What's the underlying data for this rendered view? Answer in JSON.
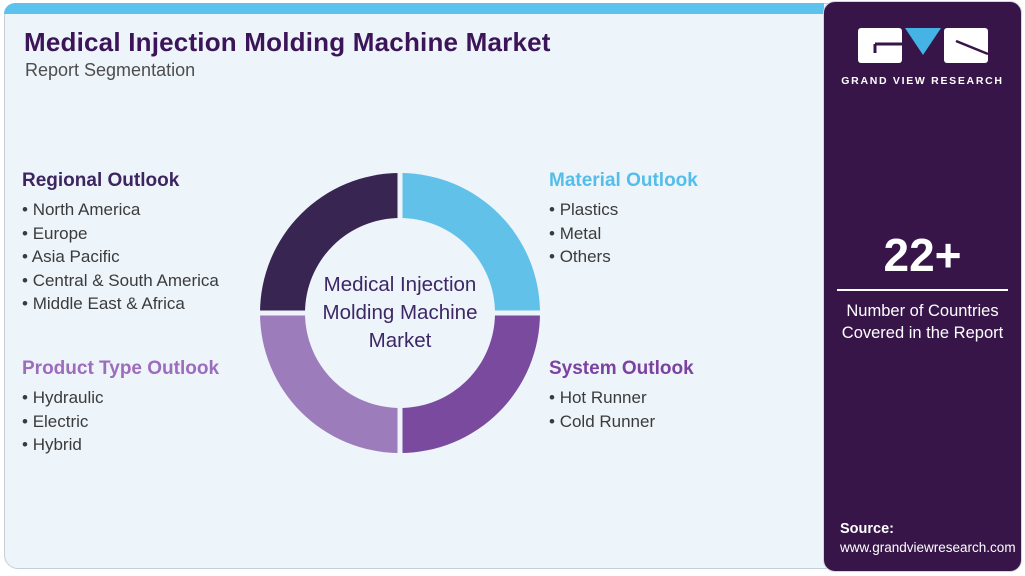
{
  "page": {
    "title": "Medical Injection Molding Machine Market",
    "subtitle": "Report Segmentation"
  },
  "outlooks": [
    {
      "label": "Regional Outlook",
      "color": "#3d2660",
      "items": [
        "North America",
        "Europe",
        "Asia Pacific",
        "Central & South America",
        "Middle East & Africa"
      ]
    },
    {
      "label": "Material Outlook",
      "color": "#55bde9",
      "items": [
        "Plastics",
        "Metal",
        "Others"
      ]
    },
    {
      "label": "Product Type Outlook",
      "color": "#9c6cbd",
      "items": [
        "Hydraulic",
        "Electric",
        "Hybrid"
      ]
    },
    {
      "label": "System Outlook",
      "color": "#7c42a1",
      "items": [
        "Hot Runner",
        "Cold Runner"
      ]
    }
  ],
  "chart_data": {
    "type": "pie",
    "variant": "donut",
    "title": "Medical Injection Molding Machine Market",
    "center_label_lines": [
      "Medical Injection",
      "Molding Machine",
      "Market"
    ],
    "legend_position": "none",
    "segments": [
      {
        "label": "Regional Outlook",
        "value": 25,
        "position": "top-left",
        "color": "#392551"
      },
      {
        "label": "Material Outlook",
        "value": 25,
        "position": "top-right",
        "color": "#62c1e9"
      },
      {
        "label": "System Outlook",
        "value": 25,
        "position": "bottom-right",
        "color": "#7a4a9e"
      },
      {
        "label": "Product Type Outlook",
        "value": 25,
        "position": "bottom-left",
        "color": "#9d7cbb"
      }
    ]
  },
  "sidebar": {
    "brand_name": "GRAND VIEW RESEARCH",
    "stat_value": "22+",
    "stat_label_lines": [
      "Number of Countries",
      "Covered in the Report"
    ],
    "source_label": "Source:",
    "source_url": "www.grandviewresearch.com"
  },
  "theme": {
    "card_background": "#edf4fa",
    "top_accent_bar": "#5ec2ef",
    "sidebar_background": "#371549",
    "title_color": "#3c1458",
    "logo_triangle_blue": "#45b4e4"
  }
}
